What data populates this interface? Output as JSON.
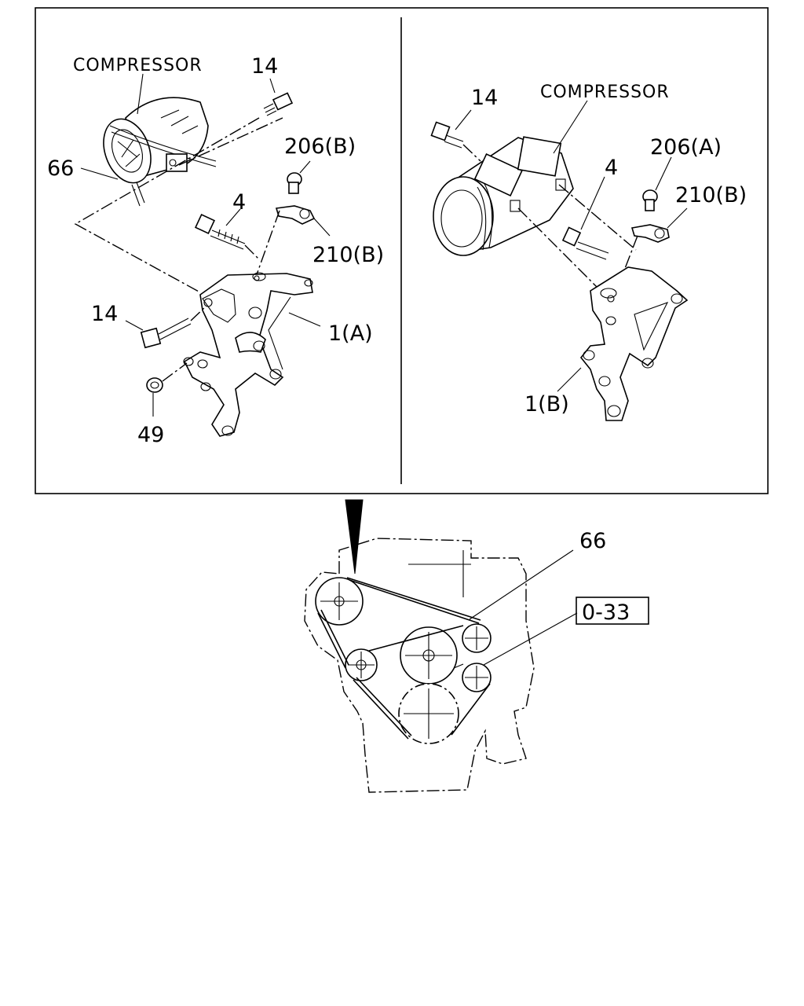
{
  "panel_left": {
    "compressor_label": "COMPRESSOR",
    "labels": {
      "bolt_top": "14",
      "bolt_side": "14",
      "belt": "66",
      "stud": "4",
      "plug": "206(B)",
      "clip": "210(B)",
      "bracket": "1(A)",
      "nut": "49"
    }
  },
  "panel_right": {
    "compressor_label": "COMPRESSOR",
    "labels": {
      "bolt": "14",
      "stud": "4",
      "plug": "206(A)",
      "clip": "210(B)",
      "bracket": "1(B)"
    }
  },
  "engine_view": {
    "belt_label": "66",
    "reference_box": "0-33"
  }
}
